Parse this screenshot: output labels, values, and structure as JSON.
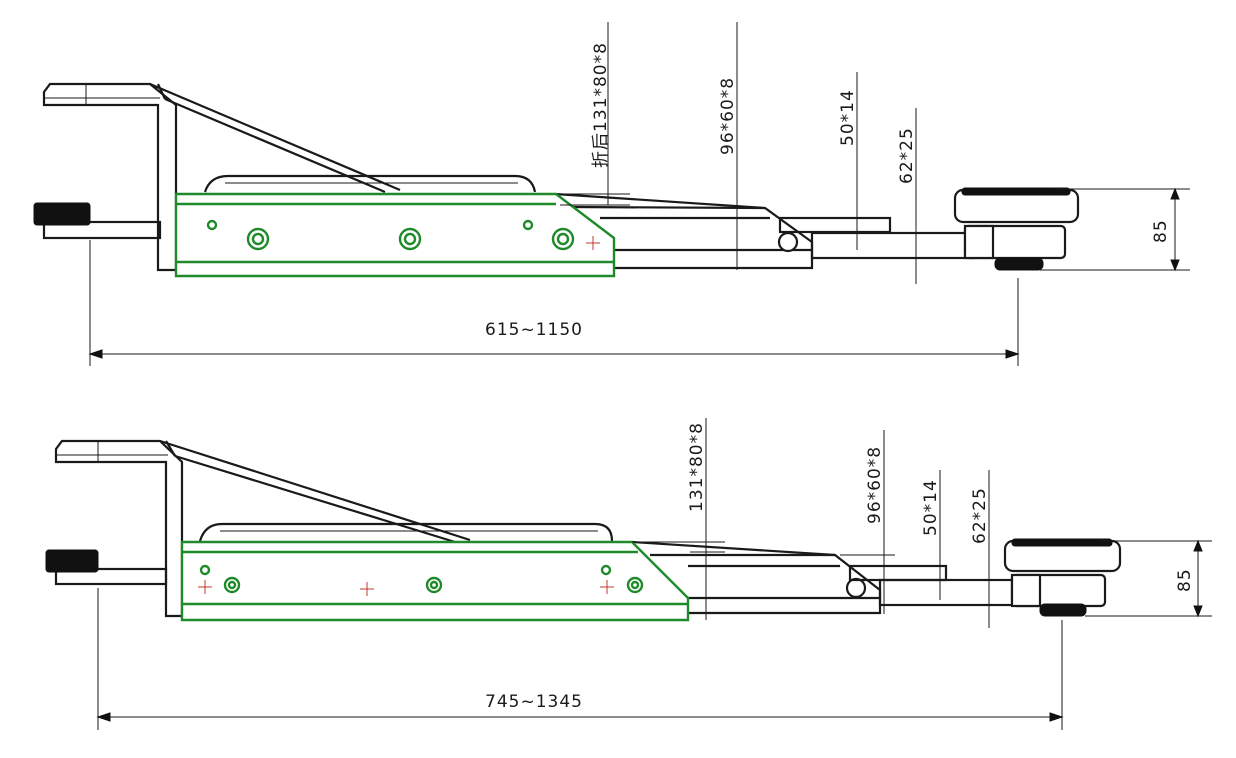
{
  "top_view": {
    "section_1": "折后131*80*8",
    "section_2": "96*60*8",
    "section_3": "50*14",
    "section_4": "62*25",
    "height": "85",
    "length_range": "615~1150"
  },
  "bottom_view": {
    "section_1": "131*80*8",
    "section_2": "96*60*8",
    "section_3": "50*14",
    "section_4": "62*25",
    "height": "85",
    "length_range": "745~1345"
  },
  "colors": {
    "outline": "#1a1a1a",
    "highlight": "#1f8a2a",
    "center_mark": "#c0392b"
  }
}
